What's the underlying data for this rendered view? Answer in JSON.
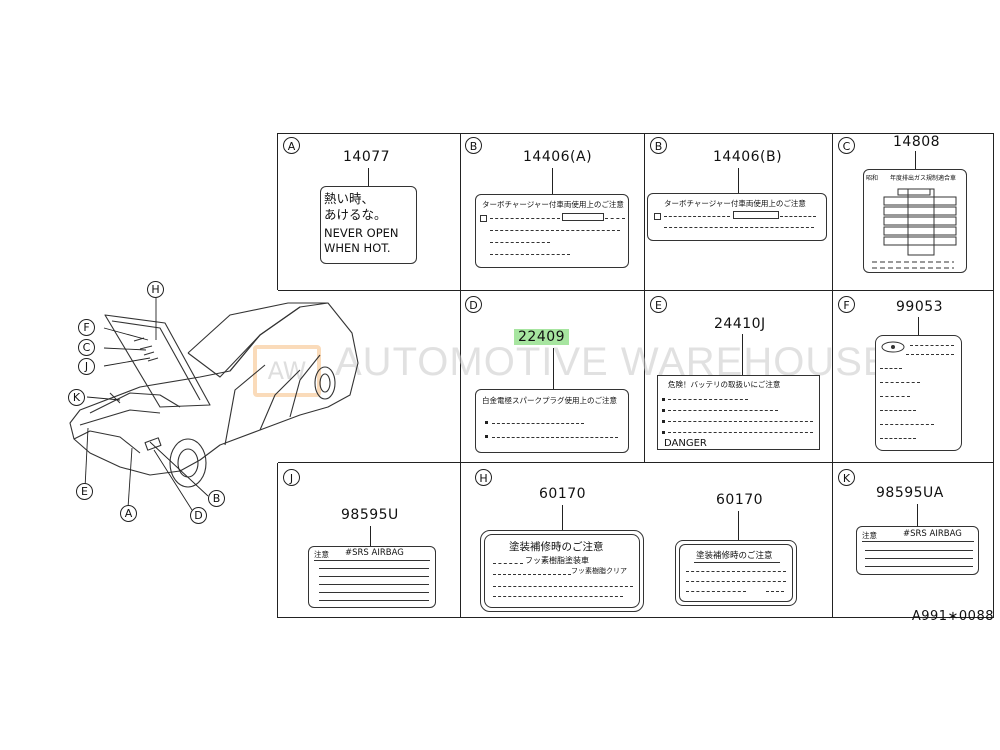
{
  "cells": {
    "A": {
      "letter": "A",
      "part": "14077",
      "lines": [
        "熱い時、",
        "あけるな。",
        "NEVER OPEN",
        "WHEN HOT."
      ]
    },
    "B1": {
      "letter": "B",
      "part": "14406(A)",
      "title": "ターボチャージャー付車両使用上のご注意"
    },
    "B2": {
      "letter": "B",
      "part": "14406(B)",
      "title": "ターボチャージャー付車両使用上のご注意"
    },
    "C": {
      "letter": "C",
      "part": "14808",
      "title_left": "昭和",
      "title_right": "年度排出ガス規制適合車"
    },
    "D": {
      "letter": "D",
      "part": "22409",
      "title": "白金電極スパークプラグ使用上のご注意"
    },
    "E": {
      "letter": "E",
      "part": "24410J",
      "title": "危険！バッテリの取扱いにご注意",
      "footer": "DANGER"
    },
    "F": {
      "letter": "F",
      "part": "99053"
    },
    "J": {
      "letter": "J",
      "part": "98595U",
      "left": "注意",
      "right": "#SRS AIRBAG"
    },
    "H": {
      "letter": "H",
      "part1": "60170",
      "part2": "60170",
      "title1": "塗装補修時のご注意",
      "line1": "フッ素樹脂塗装車",
      "line2": "フッ素樹脂クリア",
      "title2": "塗装補修時のご注意"
    },
    "K": {
      "letter": "K",
      "part": "98595UA",
      "left": "注意",
      "right": "#SRS AIRBAG"
    }
  },
  "car_callouts": [
    "H",
    "F",
    "C",
    "J",
    "K",
    "E",
    "A",
    "D",
    "B"
  ],
  "watermark": "AUTOMOTIVE WAREHOUSE",
  "watermark_logo": "AW",
  "ref_code": "A991∗0088",
  "colors": {
    "highlight": "#a7e5a0",
    "line": "#222222"
  }
}
